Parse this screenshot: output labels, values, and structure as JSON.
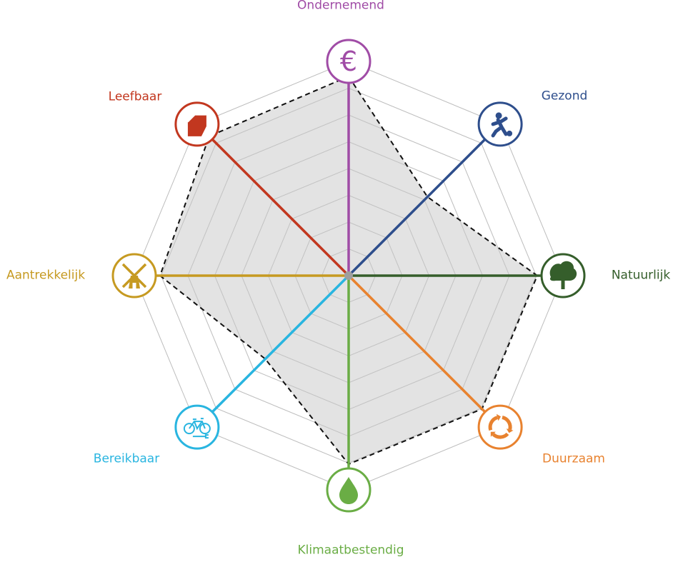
{
  "chart_data": {
    "type": "radar",
    "rings": 8,
    "range": [
      0,
      1
    ],
    "grid": true,
    "axes": [
      {
        "key": "ondernemend",
        "label": "Ondernemend",
        "color": "#a04ca6",
        "icon": "euro-icon",
        "value": 0.93
      },
      {
        "key": "gezond",
        "label": "Gezond",
        "color": "#2e4e8c",
        "icon": "football-player-icon",
        "value": 0.52
      },
      {
        "key": "natuurlijk",
        "label": "Natuurlijk",
        "color": "#355e2b",
        "icon": "tree-icon",
        "value": 0.88
      },
      {
        "key": "duurzaam",
        "label": "Duurzaam",
        "color": "#e8822f",
        "icon": "recycle-icon",
        "value": 0.88
      },
      {
        "key": "klimaatbestendig",
        "label": "Klimaatbestendig",
        "color": "#6aad45",
        "icon": "water-drop-icon",
        "value": 0.88
      },
      {
        "key": "bereikbaar",
        "label": "Bereikbaar",
        "color": "#29b5e0",
        "icon": "bicycle-icon",
        "value": 0.55
      },
      {
        "key": "aantrekkelijk",
        "label": "Aantrekkelijk",
        "color": "#c69a21",
        "icon": "windmill-icon",
        "value": 0.88
      },
      {
        "key": "leefbaar",
        "label": "Leefbaar",
        "color": "#c2371f",
        "icon": "house-icon",
        "value": 0.92
      }
    ]
  }
}
